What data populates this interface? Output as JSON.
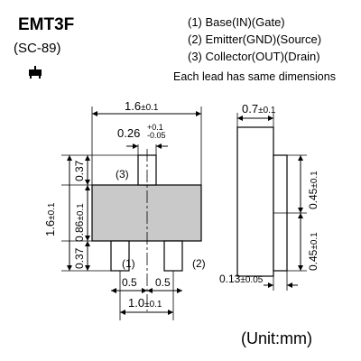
{
  "title": "EMT3F",
  "subtitle": "(SC-89)",
  "pins": [
    "(1) Base(IN)(Gate)",
    "(2) Emitter(GND)(Source)",
    "(3) Collector(OUT)(Drain)"
  ],
  "note": "Each lead has same dimensions",
  "unit": "(Unit:mm)",
  "pin_labels": {
    "p1": "(1)",
    "p2": "(2)",
    "p3": "(3)"
  },
  "dims": {
    "body_width": {
      "main": "1.6",
      "tol": "±0.1"
    },
    "lead_width": {
      "main": "0.26",
      "tol_plus": "+0.1",
      "tol_minus": "-0.05"
    },
    "body_length": {
      "main": "1.6",
      "tol": "±0.1"
    },
    "lead_top": "0.37",
    "body_center": {
      "main": "0.86",
      "tol": "±0.1"
    },
    "lead_bottom": "0.37",
    "pitch_left": "0.5",
    "pitch_right": "0.5",
    "lead_span": {
      "main": "1.0",
      "tol": "±0.1"
    },
    "side_width": {
      "main": "0.7",
      "tol": "±0.1"
    },
    "side_upper": {
      "main": "0.45",
      "tol": "±0.1"
    },
    "side_lower": {
      "main": "0.45",
      "tol": "±0.1"
    },
    "thickness": {
      "main": "0.13",
      "tol": "±0.05"
    }
  }
}
